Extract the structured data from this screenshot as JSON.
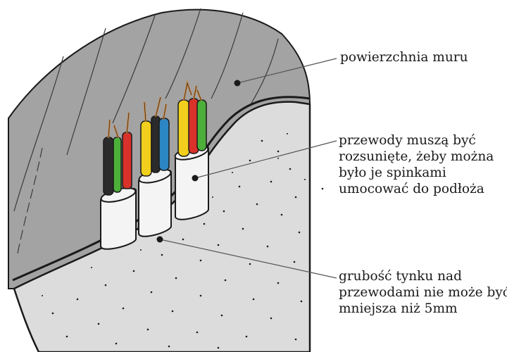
{
  "annotations": {
    "wall_surface": [
      "powierzchnia muru"
    ],
    "wires_spacing": [
      "przewody muszą być",
      "rozsunięte, żeby można",
      "było je spinkami",
      "umocować do podłoża"
    ],
    "plaster_thickness": [
      "grubość tynku nad",
      "przewodami nie może być",
      "mniejsza niż 5mm"
    ]
  },
  "colors": {
    "wall": "#a3a3a3",
    "plaster": "#dcdcdc",
    "sheath": "#f4f4f4",
    "wire_black": "#2b2b2b",
    "wire_green": "#4caf3a",
    "wire_red": "#d8322b",
    "wire_yellow": "#f1cf1c",
    "wire_blue": "#2c86c4",
    "copper": "#c7813a",
    "leader_line": "#555555"
  }
}
